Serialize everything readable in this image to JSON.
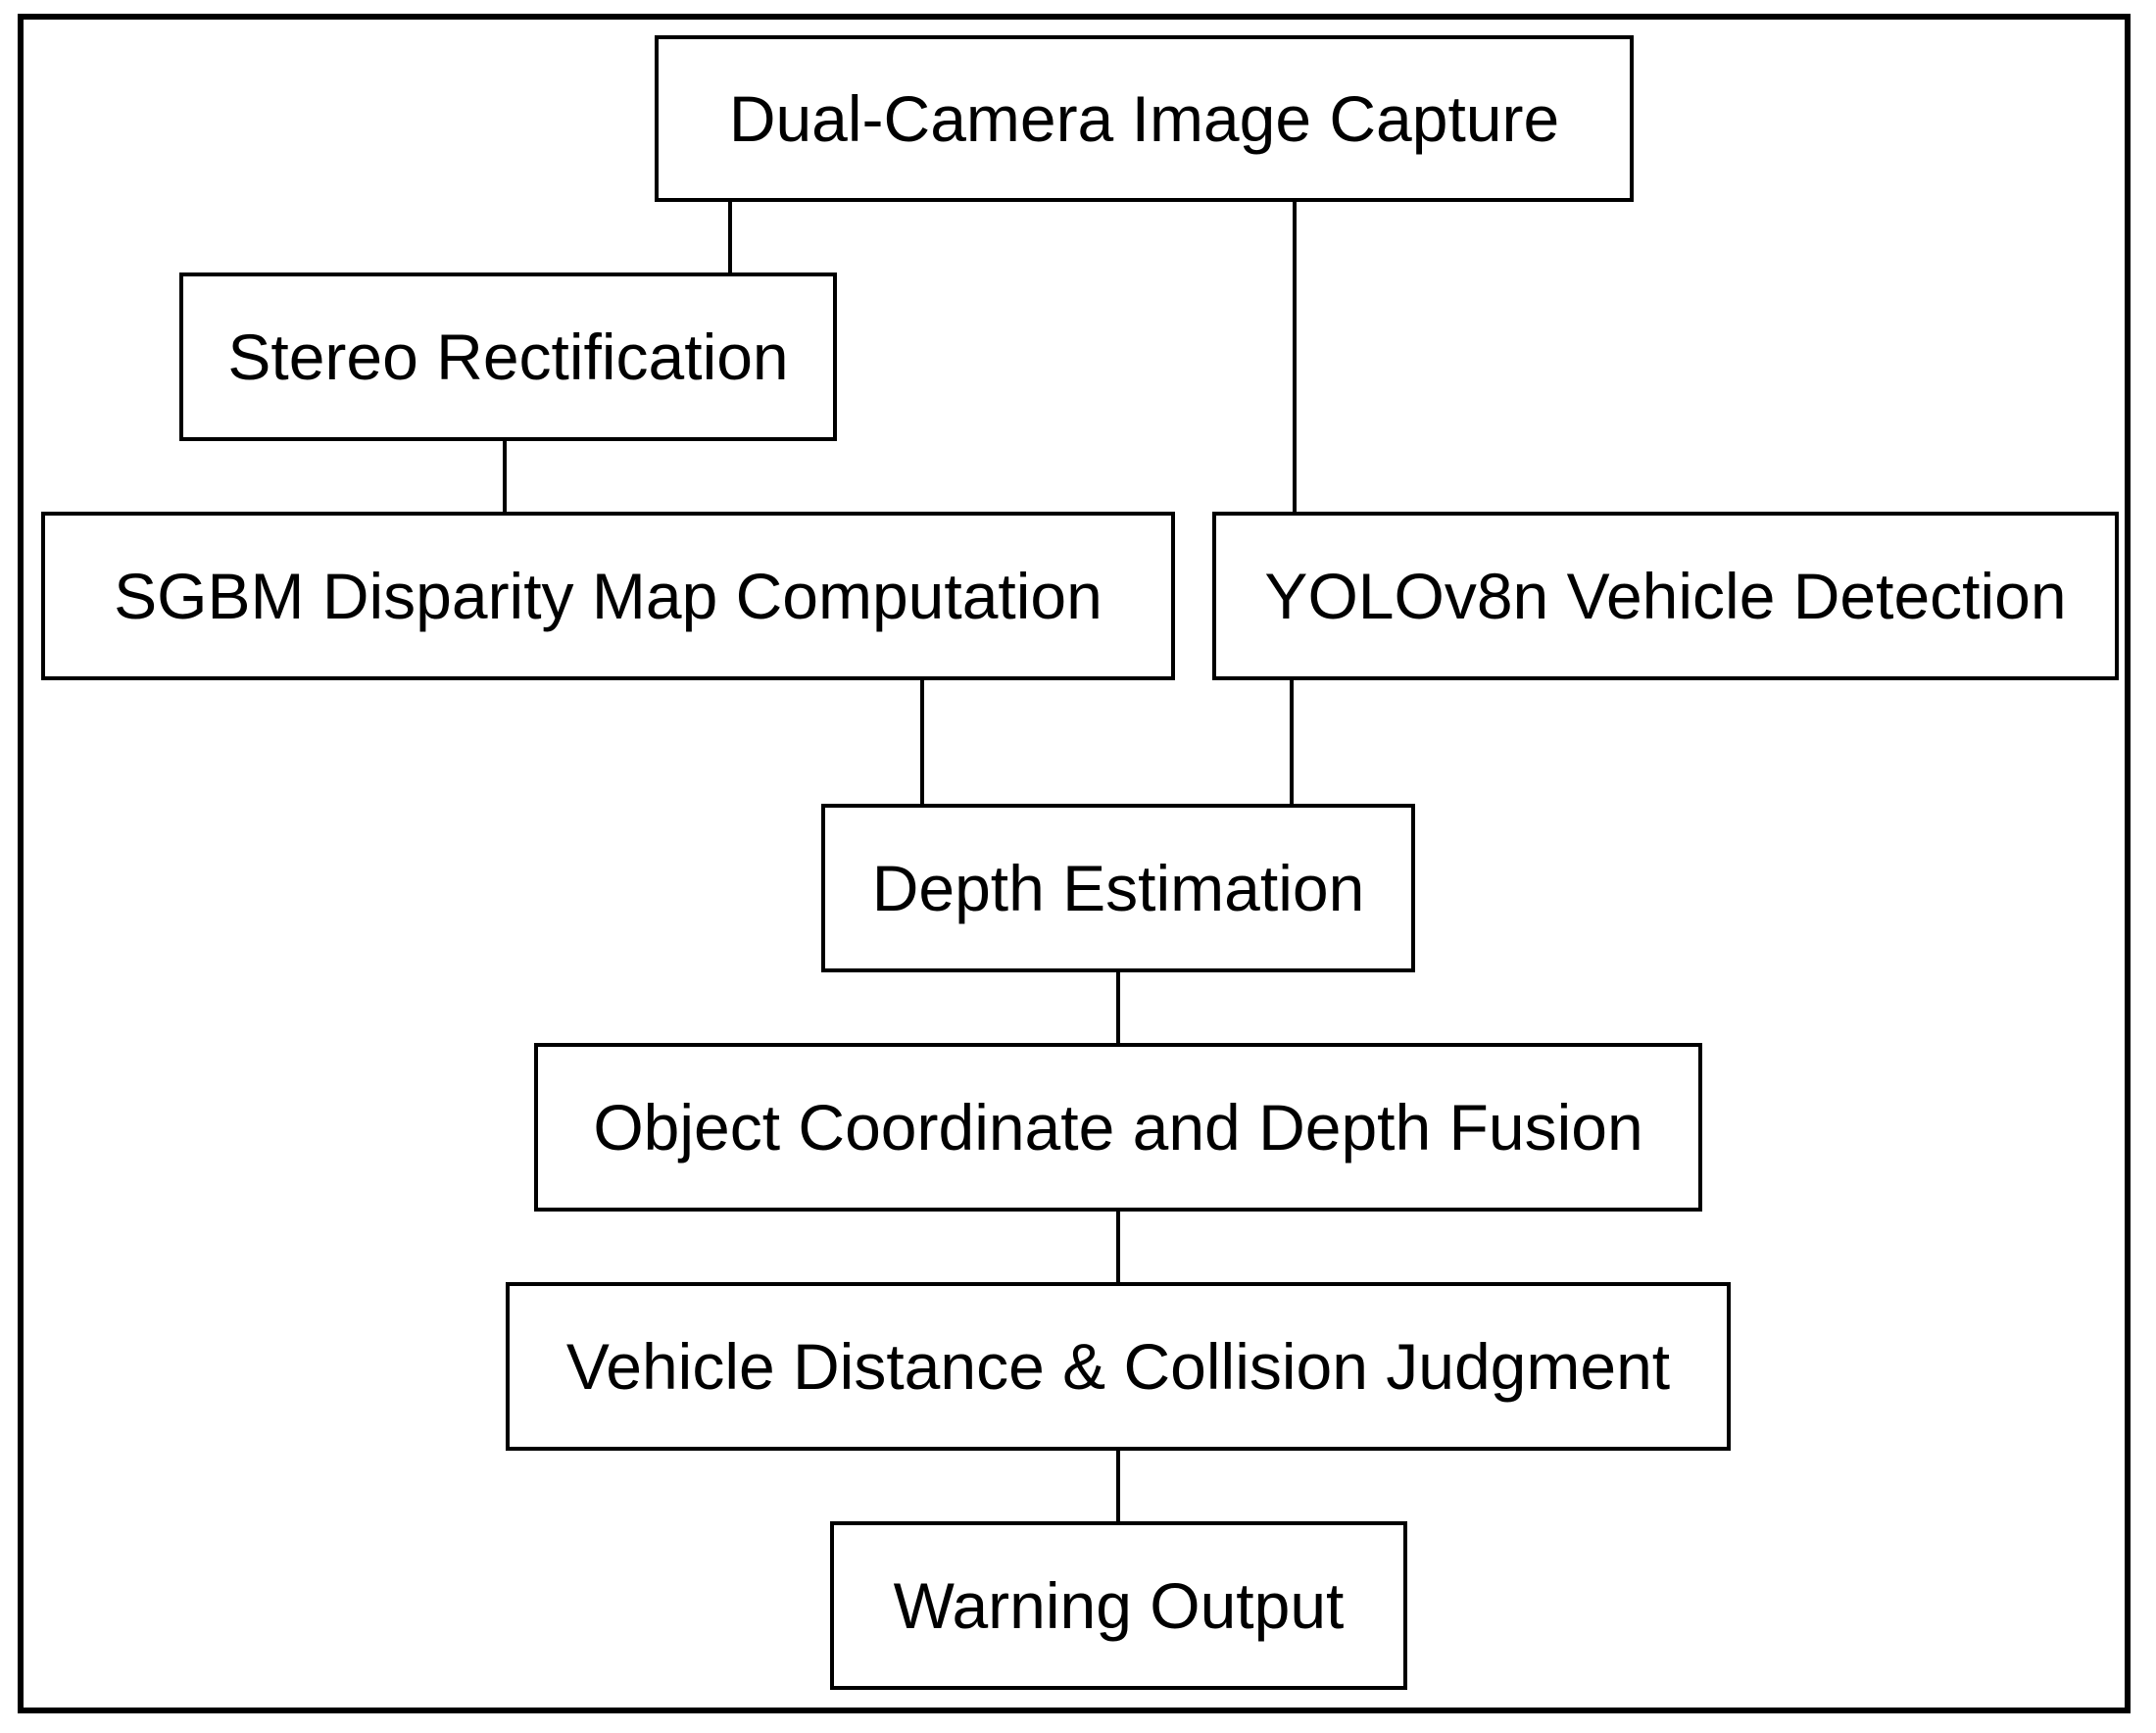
{
  "diagram": {
    "nodes": {
      "capture": "Dual-Camera Image Capture",
      "rectification": "Stereo Rectification",
      "sgbm": "SGBM Disparity Map Computation",
      "yolo": "YOLOv8n Vehicle Detection",
      "depth": "Depth Estimation",
      "fusion": "Object Coordinate and Depth Fusion",
      "judgment": "Vehicle Distance & Collision Judgment",
      "warning": "Warning Output"
    },
    "edges": [
      [
        "capture",
        "rectification"
      ],
      [
        "capture",
        "yolo"
      ],
      [
        "rectification",
        "sgbm"
      ],
      [
        "sgbm",
        "depth"
      ],
      [
        "yolo",
        "depth"
      ],
      [
        "depth",
        "fusion"
      ],
      [
        "fusion",
        "judgment"
      ],
      [
        "judgment",
        "warning"
      ]
    ],
    "colors": {
      "stroke": "#000000",
      "fill": "#ffffff",
      "text": "#000000"
    }
  }
}
